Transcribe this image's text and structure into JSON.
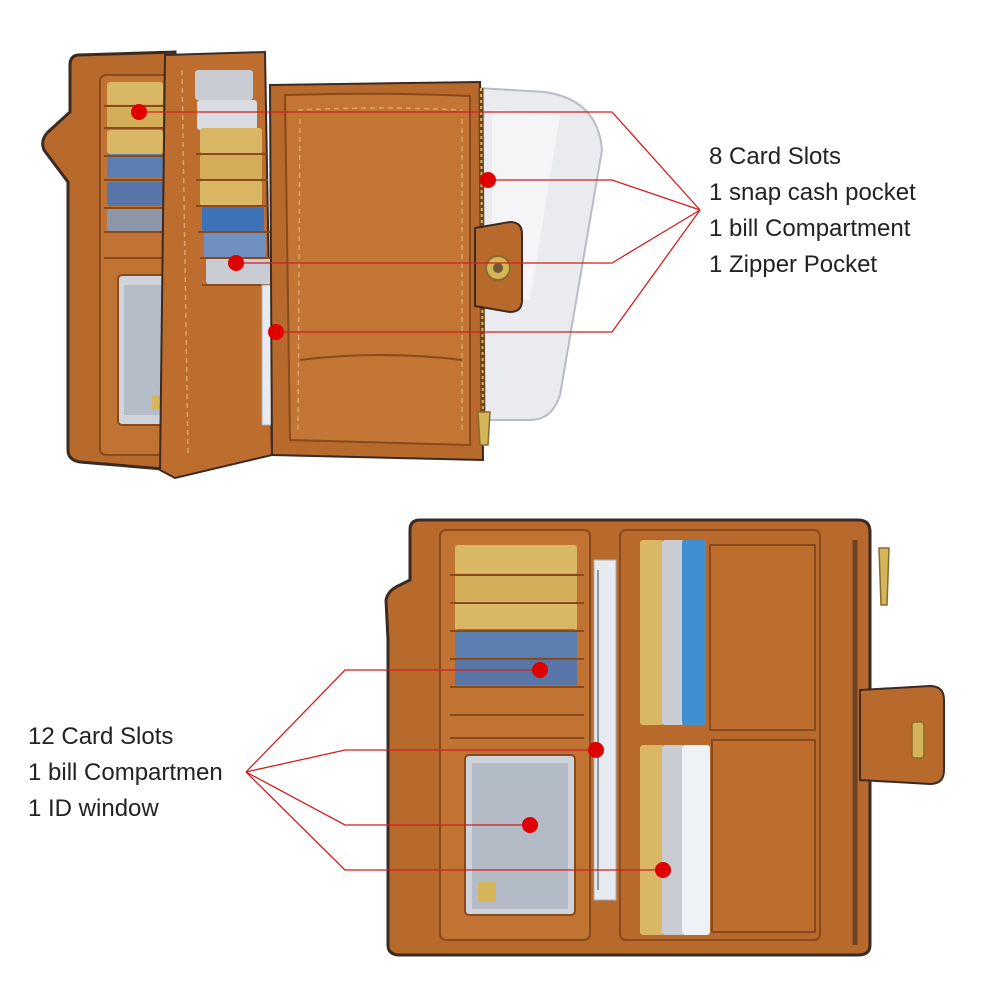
{
  "colors": {
    "background": "#ffffff",
    "leather": "#b8692c",
    "leather_dark": "#8a4a1c",
    "leather_light": "#cf8240",
    "stitching": "#d9a36a",
    "edge": "#3a2a22",
    "callout_line": "#d21f1f",
    "callout_dot": "#e00000",
    "callout_text": "#222222",
    "card_gold": "#d9b765",
    "card_blue": "#3f73b8",
    "card_silver": "#c9cdd3",
    "phone": "#e9ebef",
    "zipper": "#d6b45a"
  },
  "top_wallet": {
    "features": [
      "8 Card Slots",
      "1 snap cash pocket",
      "1 bill Compartment",
      "1 Zipper Pocket"
    ]
  },
  "bottom_wallet": {
    "features": [
      "12 Card Slots",
      "1 bill Compartmen",
      "1 ID window"
    ]
  }
}
